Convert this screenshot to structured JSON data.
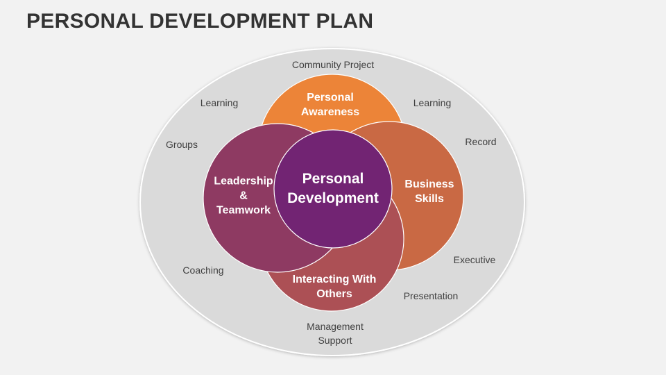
{
  "title": "PERSONAL DEVELOPMENT PLAN",
  "center": {
    "label_line1": "Personal",
    "label_line2": "Development",
    "color": "#722473"
  },
  "circles": {
    "top": {
      "line1": "Personal",
      "line2": "Awareness",
      "color": "#EC8438"
    },
    "right": {
      "line1": "Business",
      "line2": "Skills",
      "color": "#C96944"
    },
    "bottom": {
      "line1": "Interacting With",
      "line2": "Others",
      "color": "#AC5055"
    },
    "left": {
      "line1": "Leadership",
      "line2": "&",
      "line3": "Teamwork",
      "color": "#8E3A62"
    }
  },
  "outer_labels": {
    "community_project": "Community Project",
    "learning_left": "Learning",
    "learning_right": "Learning",
    "groups": "Groups",
    "record": "Record",
    "coaching": "Coaching",
    "executive": "Executive",
    "presentation": "Presentation",
    "management_line1": "Management",
    "management_line2": "Support"
  }
}
